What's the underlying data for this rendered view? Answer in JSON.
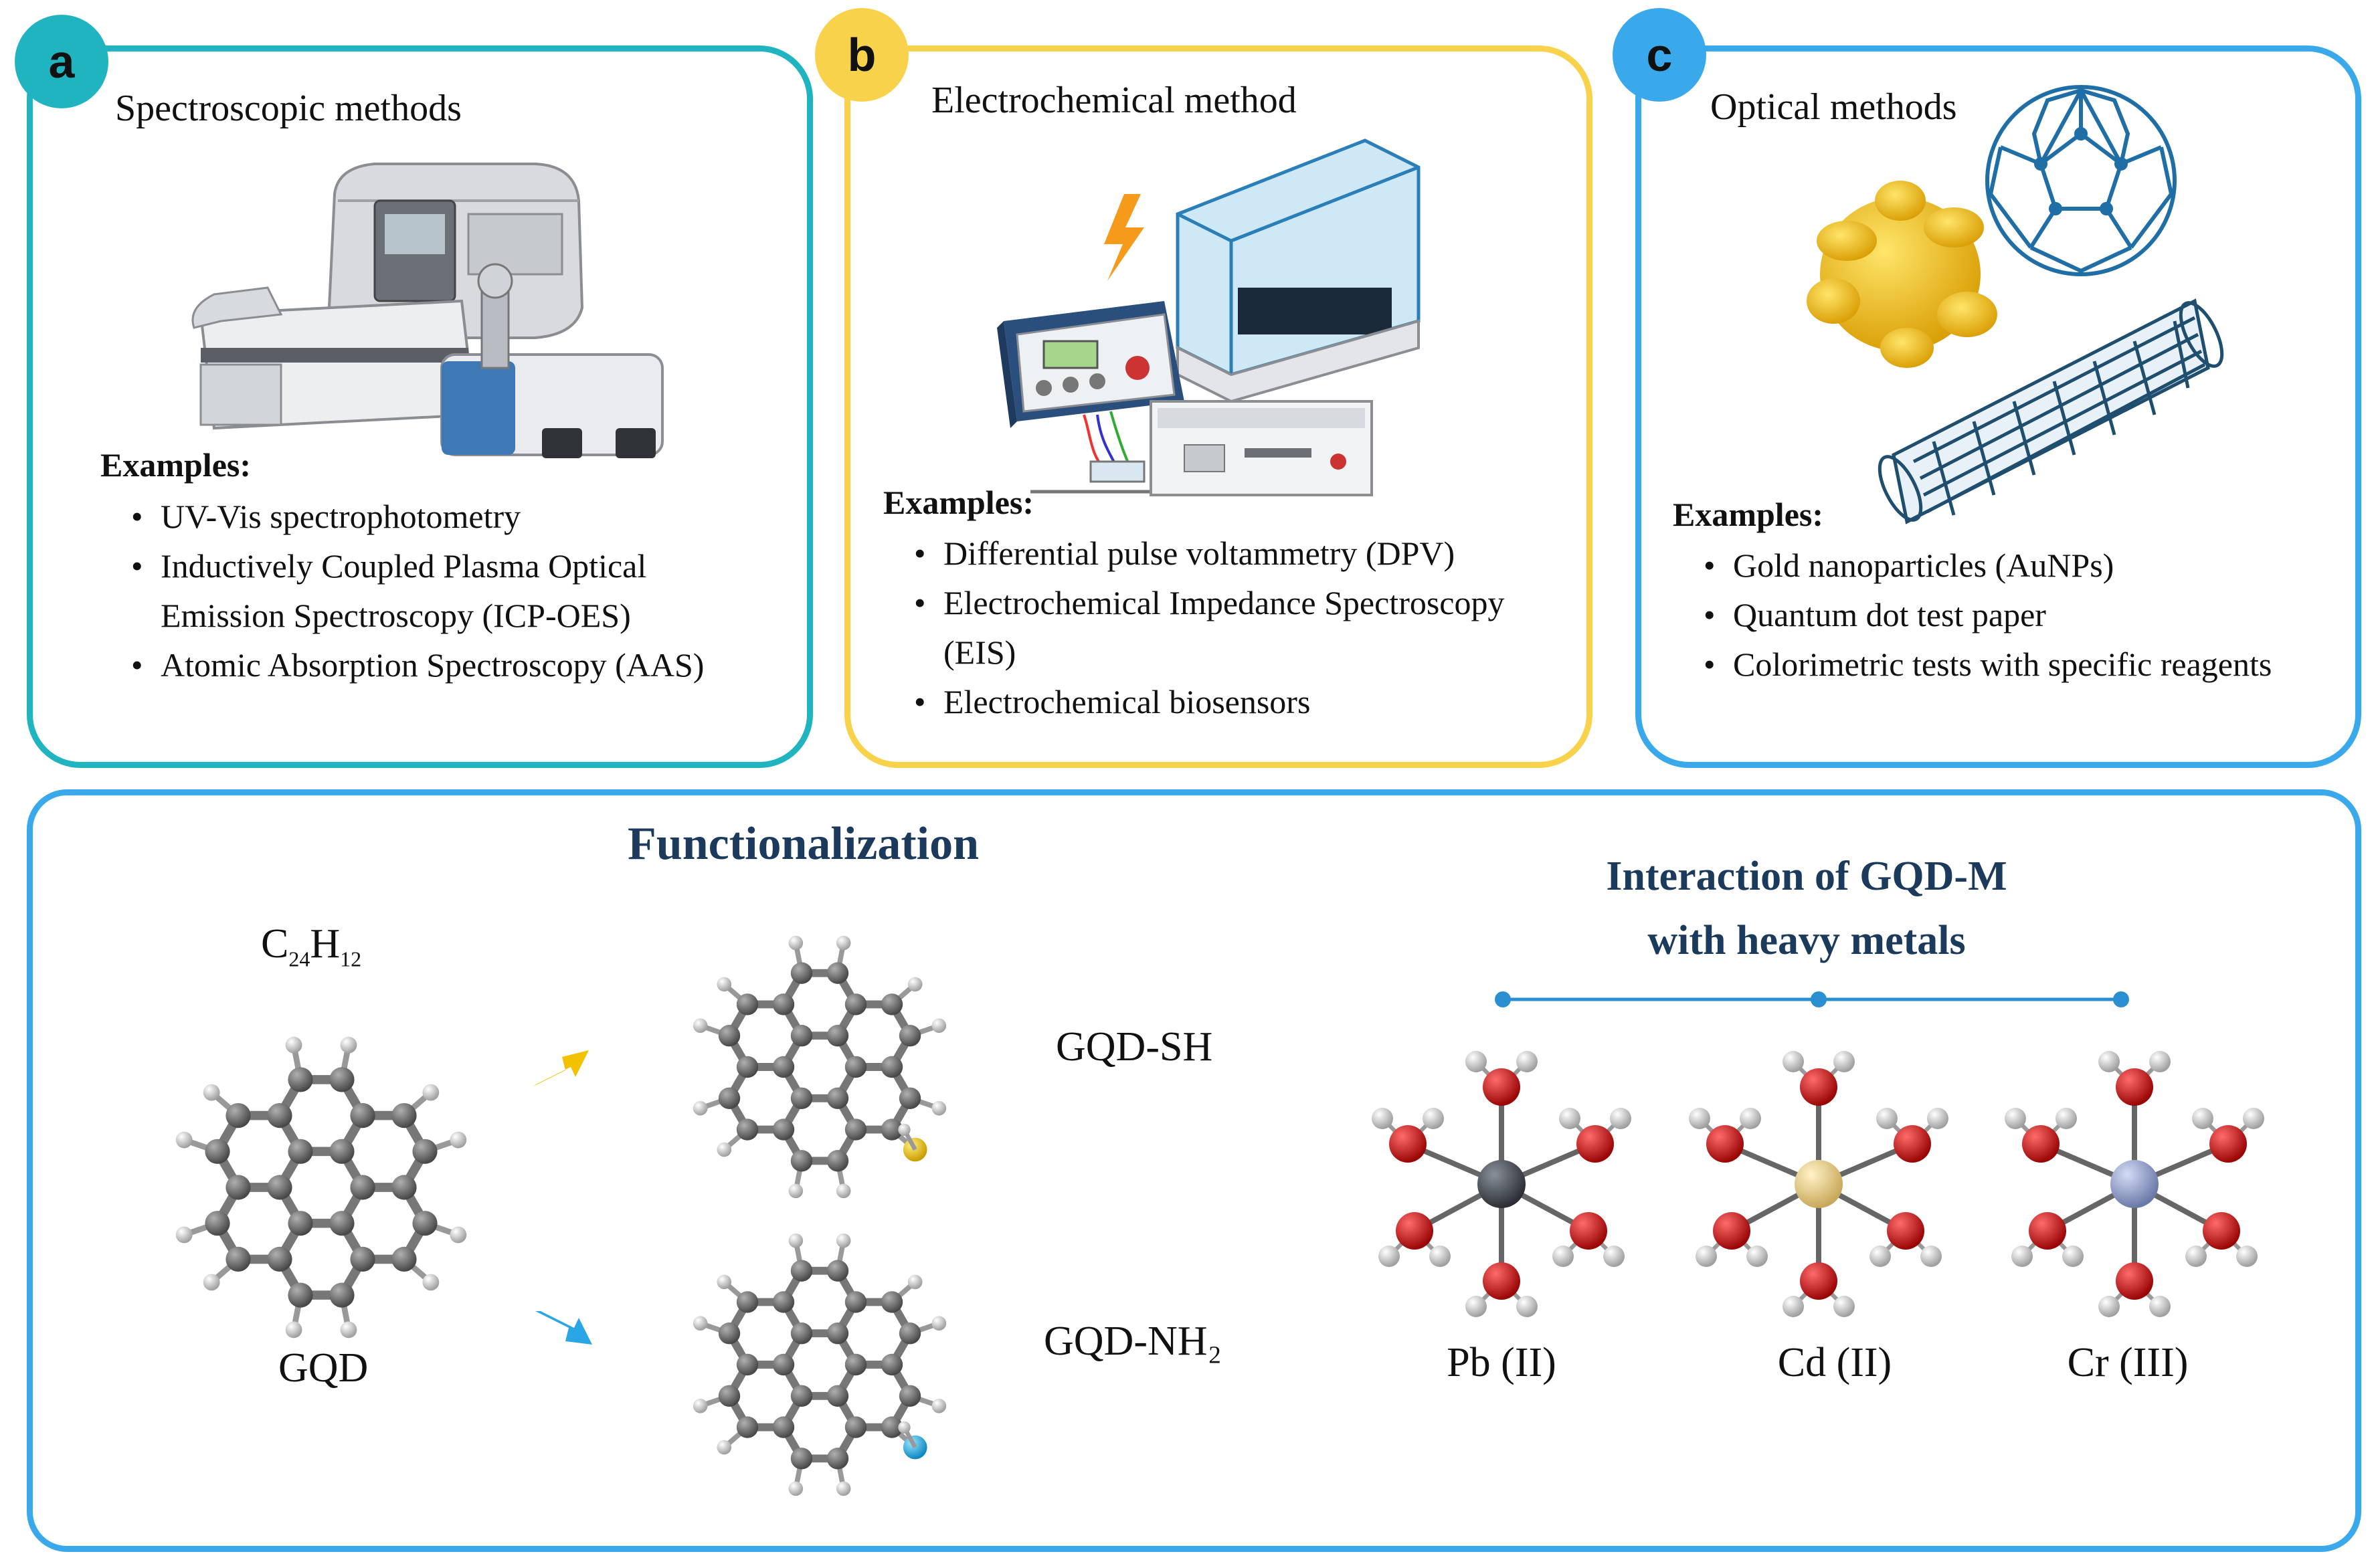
{
  "panels": {
    "a": {
      "badge": "a",
      "title": "Spectroscopic methods",
      "examples_heading": "Examples:",
      "examples": [
        "UV-Vis spectrophotometry",
        "Inductively Coupled Plasma Optical Emission Spectroscopy (ICP-OES)",
        "Atomic Absorption Spectroscopy (AAS)"
      ]
    },
    "b": {
      "badge": "b",
      "title": "Electrochemical method",
      "examples_heading": "Examples:",
      "examples": [
        "Differential pulse voltammetry (DPV)",
        "Electrochemical Impedance Spectroscopy (EIS)",
        "Electrochemical biosensors"
      ]
    },
    "c": {
      "badge": "c",
      "title": "Optical methods",
      "examples_heading": "Examples:",
      "examples": [
        "Gold nanoparticles (AuNPs)",
        "Quantum dot test paper",
        "Colorimetric tests with specific reagents"
      ]
    }
  },
  "bottom": {
    "functionalization_title": "Functionalization",
    "interaction_title_line1": "Interaction of GQD-M",
    "interaction_title_line2": "with heavy metals",
    "formula": "C24H12",
    "gqd_label": "GQD",
    "gqd_sh_label": "GQD-SH",
    "gqd_nh2_label": "GQD-NH₂",
    "metals": [
      "Pb (II)",
      "Cd (II)",
      "Cr (III)"
    ]
  },
  "colors": {
    "teal": "#1fb4bf",
    "yellow": "#f8d24a",
    "blue": "#3aa9ec",
    "title_navy": "#1b3a5c",
    "carbon": "#6a6a6a",
    "hydrogen": "#dcdcdc",
    "oxygen": "#d11a1a",
    "sulfur": "#e8c21a",
    "nitrogen": "#29b3e6",
    "pb": "#4a4f57",
    "cd": "#e8d08a",
    "cr": "#8e9cc8"
  }
}
